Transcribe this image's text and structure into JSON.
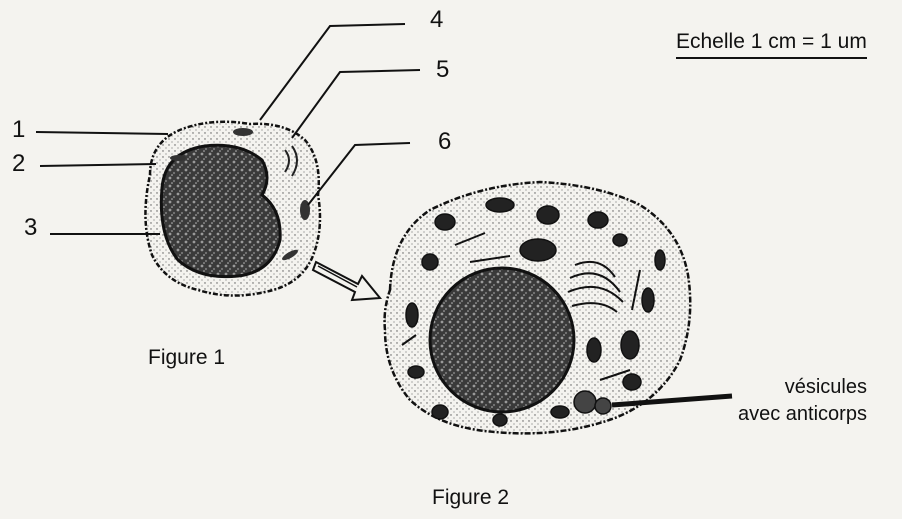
{
  "scale": "Echelle 1 cm = 1 um",
  "labels": {
    "l1": "1",
    "l2": "2",
    "l3": "3",
    "l4": "4",
    "l5": "5",
    "l6": "6"
  },
  "figure1_caption": "Figure 1",
  "figure2_caption": "Figure 2",
  "vesicles_label": {
    "line1": "vésicules",
    "line2": "avec anticorps"
  }
}
